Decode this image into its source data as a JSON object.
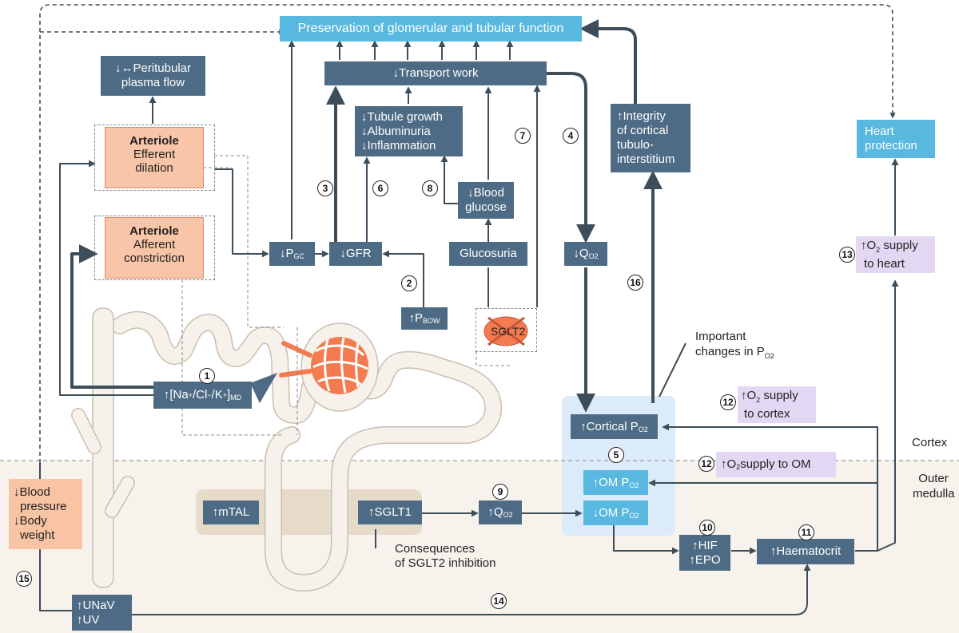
{
  "colors": {
    "dark_box": "#4d6b84",
    "light_box": "#58b8e0",
    "purple_box": "#e3d8f4",
    "salmon_box": "#f8c4a4",
    "arrow": "#3d4d59",
    "medulla_bg": "#f7f3ec",
    "panel": "#dcebf9"
  },
  "regions": {
    "cortex": "Cortex",
    "outer_medulla": "Outer medulla"
  },
  "nodes": {
    "preservation": "Preservation of glomerular and tubular function",
    "transport_work": "↓Transport work",
    "peritubular_1": "↓↔Peritubular",
    "peritubular_2": "plasma flow",
    "tubule_growth": "↓Tubule growth",
    "albuminuria": "↓Albuminuria",
    "inflammation": "↓Inflammation",
    "integrity_1": "↑Integrity",
    "integrity_2": "of cortical",
    "integrity_3": "tubulo-",
    "integrity_4": "interstitium",
    "heart_1": "Heart",
    "heart_2": "protection",
    "arteriole_efferent_title": "Arteriole",
    "efferent_1": "Efferent",
    "efferent_2": "dilation",
    "arteriole_afferent_title": "Arteriole",
    "afferent_1": "Afferent",
    "afferent_2": "constriction",
    "blood_glucose_1": "↓Blood",
    "blood_glucose_2": "glucose",
    "pgc": "↓P",
    "pgc_sub": "GC",
    "gfr": "↓GFR",
    "glucosuria": "Glucosuria",
    "qo2_down": "↓Q",
    "qo2_down_sub": "O2",
    "pbow": "↑P",
    "pbow_sub": "BOW",
    "sglt2": "SGLT2",
    "important_1": "Important",
    "important_2": "changes in P",
    "important_sub": "O2",
    "o2_cortex_1": "↑O",
    "o2_cortex_sub": "2",
    "o2_cortex_2": " supply",
    "o2_cortex_3": "to cortex",
    "o2_heart_1": "↑O",
    "o2_heart_sub": "2",
    "o2_heart_2": " supply",
    "o2_heart_3": "to heart",
    "o2_om_1": "↑O",
    "o2_om_sub": "2",
    "o2_om_2": " supply to OM",
    "md_1": "↑[Na",
    "md_sup1": "+",
    "md_2": "/Cl",
    "md_sup2": "−",
    "md_3": "/K",
    "md_sup3": "+",
    "md_4": "]",
    "md_sub": "MD",
    "cortical_po2": "↑Cortical P",
    "cortical_po2_sub": "O2",
    "om_po2_up": "↑OM P",
    "om_po2_up_sub": "O2",
    "om_po2_down": "↓OM P",
    "om_po2_down_sub": "O2",
    "mtal": "↑mTAL",
    "sglt1": "↑SGLT1",
    "qo2_up": "↑Q",
    "qo2_up_sub": "O2",
    "hif": "↑HIF",
    "epo": "↑EPO",
    "haematocrit": "↑Haematocrit",
    "consequences_1": "Consequences",
    "consequences_2": "of SGLT2 inhibition",
    "bp_1": "↓Blood",
    "bp_2": "pressure",
    "bw_1": "↓Body",
    "bw_2": "weight",
    "unav": "↑UNaV",
    "uv": "↑UV"
  },
  "labels": {
    "n1": "1",
    "n2": "2",
    "n3": "3",
    "n4": "4",
    "n5": "5",
    "n6": "6",
    "n7": "7",
    "n8": "8",
    "n9": "9",
    "n10": "10",
    "n11": "11",
    "n12a": "12",
    "n12b": "12",
    "n13": "13",
    "n14": "14",
    "n15": "15",
    "n16": "16"
  }
}
